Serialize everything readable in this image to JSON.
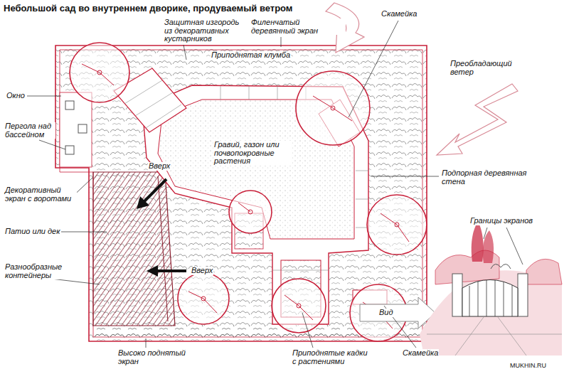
{
  "diagram": {
    "title": "Небольшой сад во внутреннем дворике, продуваемый ветром",
    "labels": [
      "Защитная изгородь из декоративных кустарников",
      "Филенчатый деревянный экран",
      "Скамейка",
      "Приподнятая клумба",
      "Преобладающий ветер",
      "Окно",
      "Пергола над бассейном",
      "Гравий, газон или почвопокровные растения",
      "Вверх",
      "Подпорная деревянная стена",
      "Декоративный экран с воротами",
      "Патио или дек",
      "Границы экранов",
      "Разнообразные контейнеры",
      "Вверх",
      "Вид",
      "Высоко поднятый экран",
      "Приподнятые кадки с растениями",
      "Скамейка",
      "MUKHIN.RU"
    ]
  }
}
